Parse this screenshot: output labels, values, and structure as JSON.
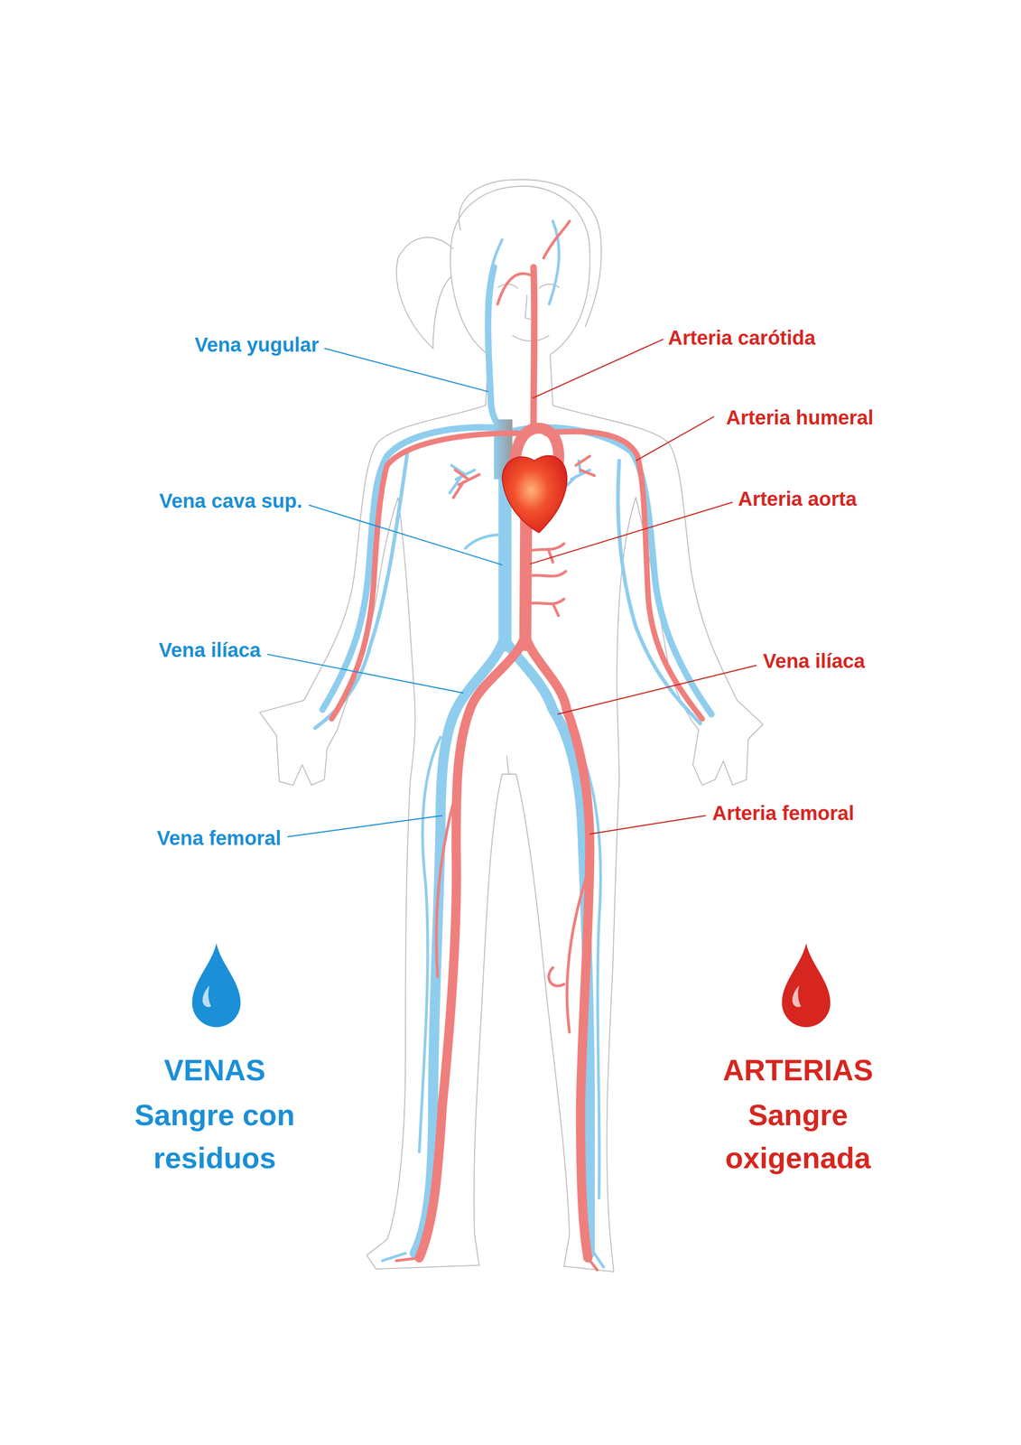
{
  "diagram": {
    "labels": [
      "Vena yugular",
      "Arteria carótida",
      "Arteria humeral",
      "Vena cava sup.",
      "Arteria aorta",
      "Vena ilíaca",
      "Vena ilíaca",
      "Vena femoral",
      "Arteria femoral",
      "Sangre con residuos",
      "Sangre oxigenada"
    ],
    "legend": [
      {
        "text": "VENAS",
        "color": "#1b8fd8"
      },
      {
        "text": "ARTERIAS",
        "color": "#d6261f"
      }
    ]
  }
}
